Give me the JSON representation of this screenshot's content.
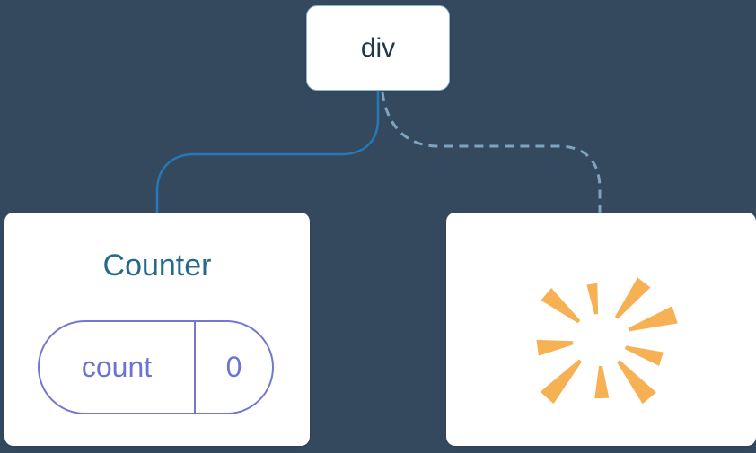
{
  "diagram": {
    "root_node": {
      "label": "div"
    },
    "edges": [
      {
        "from": "div",
        "to": "Counter",
        "style": "solid"
      },
      {
        "from": "div",
        "to": "removed-component",
        "style": "dashed"
      }
    ],
    "counter_card": {
      "title": "Counter",
      "state_pill": {
        "key": "count",
        "value": "0"
      }
    },
    "removed_card": {
      "icon": "starburst-icon"
    }
  },
  "colors": {
    "background": "#35495e",
    "card-bg": "#ffffff",
    "node-border": "#8ab6d6",
    "root-label": "#203a4d",
    "title-text": "#256a8d",
    "pill-border": "#7477cf",
    "pill-text": "#6d73d0",
    "solid-edge": "#2479b8",
    "dashed-edge": "#7fa3c0",
    "starburst": "#f7b155"
  }
}
